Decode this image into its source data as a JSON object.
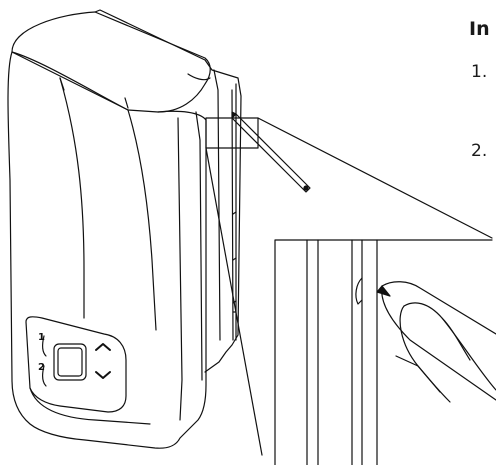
{
  "heading": "In",
  "steps": [
    "1.",
    "2."
  ],
  "panel": {
    "button_1": "1",
    "button_2": "2"
  },
  "colors": {
    "line": "#111111",
    "background": "#ffffff",
    "tip": "#000000"
  }
}
